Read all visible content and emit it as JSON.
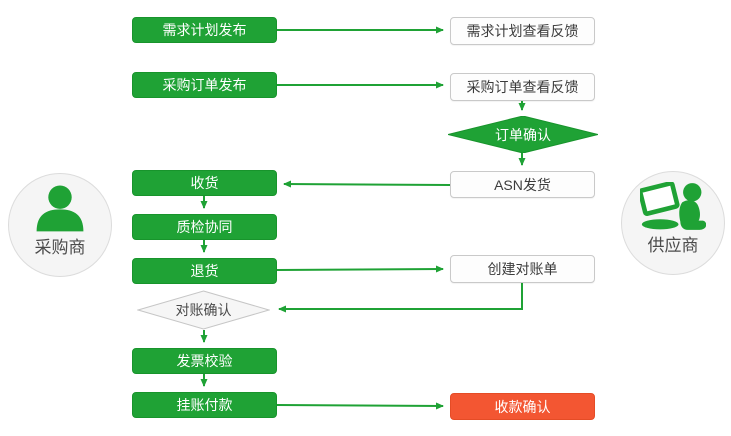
{
  "colors": {
    "process_green": "#1fa235",
    "process_green_border": "#18942c",
    "arrow_green": "#1fa235",
    "terminal_red": "#f35632",
    "neutral_box_bg": "#fdfdfd",
    "neutral_box_border": "#c9c9c9",
    "diamond_gray_bg": "#f6f6f6",
    "text_dark": "#3c3c3c",
    "text_white": "#ffffff",
    "actor_circle_bg": "#f5f5f5",
    "actor_circle_border": "#dcdcdc"
  },
  "actors": {
    "buyer": {
      "label": "采购商"
    },
    "supplier": {
      "label": "供应商"
    }
  },
  "flow": {
    "buyer_steps": [
      {
        "label": "需求计划发布"
      },
      {
        "label": "采购订单发布"
      },
      {
        "label": "收货"
      },
      {
        "label": "质检协同"
      },
      {
        "label": "退货"
      },
      {
        "label": "对账确认"
      },
      {
        "label": "发票校验"
      },
      {
        "label": "挂账付款"
      }
    ],
    "supplier_steps": [
      {
        "label": "需求计划查看反馈"
      },
      {
        "label": "采购订单查看反馈"
      },
      {
        "label": "订单确认"
      },
      {
        "label": "ASN发货"
      },
      {
        "label": "创建对账单"
      },
      {
        "label": "收款确认"
      }
    ]
  }
}
